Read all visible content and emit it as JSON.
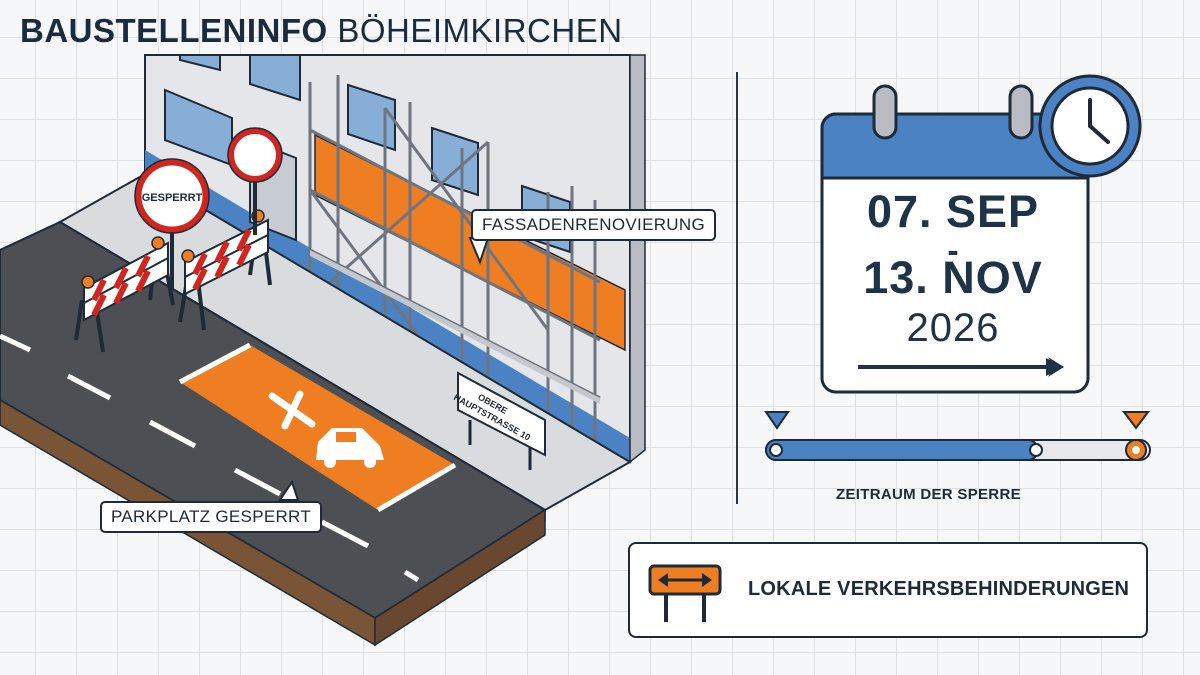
{
  "header": {
    "title_bold": "BAUSTELLENINFO",
    "title_light": "BÖHEIMKIRCHEN"
  },
  "scene": {
    "facade_label": "FASSADENRENOVIERUNG",
    "parking_label": "PARKPLATZ GESPERRT",
    "sign_label": "GESPERRT",
    "street_sign_line1": "OBERE",
    "street_sign_line2": "HAUPTSTRASSE 10"
  },
  "schedule": {
    "start": "07. SEP",
    "separator": "-",
    "end": "13. NOV",
    "year": "2026",
    "timeline_label": "ZEITRAUM DER SPERRE"
  },
  "notice": {
    "text": "LOKALE VERKEHRSBEHINDERUNGEN"
  },
  "colors": {
    "accent_orange": "#ef7d22",
    "accent_blue": "#4a82c3",
    "navy": "#1e2a38",
    "asphalt": "#4c4f53"
  },
  "icons": [
    "calendar-icon",
    "clock-icon",
    "detour-sign-icon",
    "no-entry-sign-icon",
    "no-parking-icon",
    "car-icon"
  ]
}
